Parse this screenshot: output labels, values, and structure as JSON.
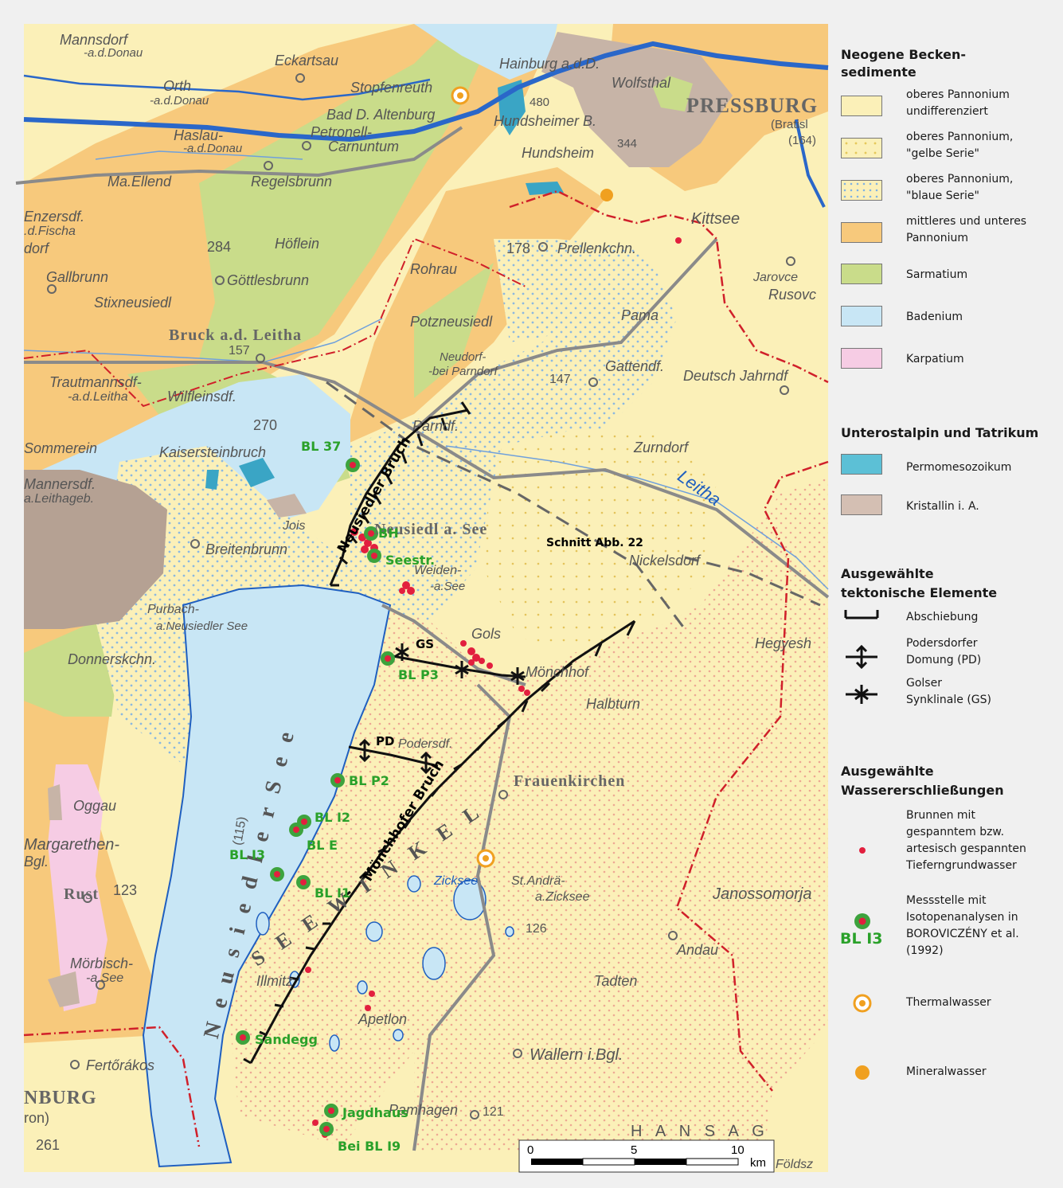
{
  "legend": {
    "title_neogen": "Neogene Becken-\nsedimente",
    "title_neogen_1": "Neogene Becken-",
    "title_neogen_2": "sedimente",
    "units": [
      {
        "label_1": "oberes Pannonium",
        "label_2": "undifferenziert",
        "color": "#fbf0b8"
      },
      {
        "label_1": "oberes Pannonium,",
        "label_2": "\"gelbe Serie\"",
        "color": "#fbf0b8"
      },
      {
        "label_1": "oberes Pannonium,",
        "label_2": "\"blaue Serie\"",
        "color": "#fbf0b8"
      },
      {
        "label_1": "mittleres und unteres",
        "label_2": "Pannonium",
        "color": "#f7c97c"
      },
      {
        "label_1": "Sarmatium",
        "label_2": "",
        "color": "#c9dc8a"
      },
      {
        "label_1": "Badenium",
        "label_2": "",
        "color": "#c8e6f5"
      },
      {
        "label_1": "Karpatium",
        "label_2": "",
        "color": "#f6cce4"
      }
    ],
    "title_unterostalpin": "Unterostalpin und Tatrikum",
    "units2": [
      {
        "label": "Permomesozoikum",
        "color": "#5cc0d6"
      },
      {
        "label": "Kristallin i. A.",
        "color": "#d4bfb3"
      }
    ],
    "title_tekt_1": "Ausgewählte",
    "title_tekt_2": "tektonische Elemente",
    "tekt": [
      {
        "label_1": "Abschiebung",
        "label_2": ""
      },
      {
        "label_1": "Podersdorfer",
        "label_2": "Domung (PD)"
      },
      {
        "label_1": "Golser",
        "label_2": "Synklinale (GS)"
      }
    ],
    "title_wasser_1": "Ausgewählte",
    "title_wasser_2": "Wassererschließungen",
    "brunnen": [
      "Brunnen mit",
      "gespanntem bzw.",
      "artesisch gespannten",
      "Tieferngrundwasser"
    ],
    "messstelle": [
      "Messstelle mit",
      "Isotopenanalysen in",
      "BOROVICZÉNY et al.",
      "(1992)"
    ],
    "messstelle_sample": "BL I3",
    "thermal": "Thermalwasser",
    "mineral": "Mineralwasser"
  },
  "map": {
    "wells": [
      "BL 37",
      "BH",
      "Seestr.",
      "BL P3",
      "BL P2",
      "BL I2",
      "BL E",
      "BL I3",
      "BL I1",
      "Sandegg",
      "Jagdhaus",
      "Bei BL I9"
    ],
    "faults": [
      "Neusiedler Bruch",
      "Mönchhofer Bruch"
    ],
    "tekt_labels": [
      "GS",
      "PD"
    ],
    "section_label": "Schnitt Abb. 22",
    "scale": {
      "t0": "0",
      "t5": "5",
      "t10": "10",
      "unit": "km"
    },
    "towns": {
      "mannsdorf": "Mannsdorf",
      "mannsdorf2": "-a.d.Donau",
      "eckartsau": "Eckartsau",
      "orth": "Orth",
      "orth2": "-a.d.Donau",
      "stopfenreuth": "Stopfenreuth",
      "hainburg": "Hainburg a.d.D.",
      "wolfsthal": "Wolfsthal",
      "pressburg": "PRESSBURG",
      "bratislava": "(Bratisl",
      "n164": "(164)",
      "haslau": "Haslau-",
      "haslau2": "-a.d.Donau",
      "badaltenburg": "Bad D. Altenburg",
      "petronell": "Petronell-",
      "carnuntum": "Carnuntum",
      "hundsheimerb": "Hundsheimer B.",
      "n480": "480",
      "n344": "344",
      "hundsheim": "Hundsheim",
      "ellend": "Ma.Ellend",
      "regelsbrunn": "Regelsbrunn",
      "enzersdf": "Enzersdf.",
      "fischa": ".d.Fischa",
      "dorf": "dorf",
      "n284": "284",
      "hoflein": "Höflein",
      "n178": "178",
      "prellenkchn": "Prellenkchn.",
      "kittsee": "Kittsee",
      "jarovce": "Jarovce",
      "rusovce": "Rusovc",
      "gallbrunn": "Gallbrunn",
      "gottlesbrunn": "Göttlesbrunn",
      "rohrau": "Rohrau",
      "stixneusiedl": "Stixneusiedl",
      "pama": "Pama",
      "potzneusiedl": "Potzneusiedl",
      "bruck": "Bruck a.d. Leitha",
      "n157": "157",
      "neudorf": "Neudorf-",
      "neudorf2": "-bei Parndorf",
      "n147": "147",
      "gattendf": "Gattendf.",
      "deutschj": "Deutsch Jahrndf",
      "trautmannsdf": "Trautmannsdf-",
      "trautmannsdf2": "-a.d.Leitha",
      "wilfleinsdf": "Wilfleinsdf.",
      "n270": "270",
      "parndf": "Parndf.",
      "zurndorf": "Zurndorf",
      "sommerein": "Sommerein",
      "kaisersteinbruch": "Kaisersteinbruch",
      "leitha": "Leitha",
      "mannersdf": "Mannersdf.",
      "leithageb": "a.Leithageb.",
      "jois": "Jois",
      "neusiedl": "Neusiedl a. See",
      "breitenbrunn": "Breitenbrunn",
      "nickelsdorf": "Nickelsdorf",
      "weiden": "Weiden-",
      "weiden2": "-a.See",
      "purbach": "Purbach-",
      "purbach2": "a.Neusiedler See",
      "hegyesh": "Hegyesh",
      "gols": "Gols",
      "donnerskchn": "Donnerskchn.",
      "monchhof": "Mönchhof",
      "halbturn": "Halbturn",
      "podersdf": "Podersdf.",
      "frauenkirchen": "Frauenkirchen",
      "oggau": "Oggau",
      "n115": "(115)",
      "margarethen": "Margarethen-",
      "bgl": "Bgl.",
      "seewinkel": "S E E W I N K E L",
      "rust": "Rust",
      "n123": "123",
      "zicksee": "Zicksee",
      "standra": "St.Andrä-",
      "standra2": "a.Zicksee",
      "janossomorja": "Janossomorja",
      "n126": "126",
      "morbisch": "Mörbisch-",
      "morbisch2": "-a.See",
      "andau": "Andau",
      "illmitz": "Illmitz",
      "tadten": "Tadten",
      "apetlon": "Apetlon",
      "fertorakos": "Fertőrákos",
      "wallern": "Wallern i.Bgl.",
      "nburg": "NBURG",
      "ron": "ron)",
      "n261": "261",
      "pamhagen": "Pamhagen",
      "n121": "121",
      "hansag": "H A N S A G",
      "foldsz": "Földsz",
      "neusiedlersee": "N e u s i e d l e r   S e e",
      "seewinkel_s": "S"
    }
  }
}
